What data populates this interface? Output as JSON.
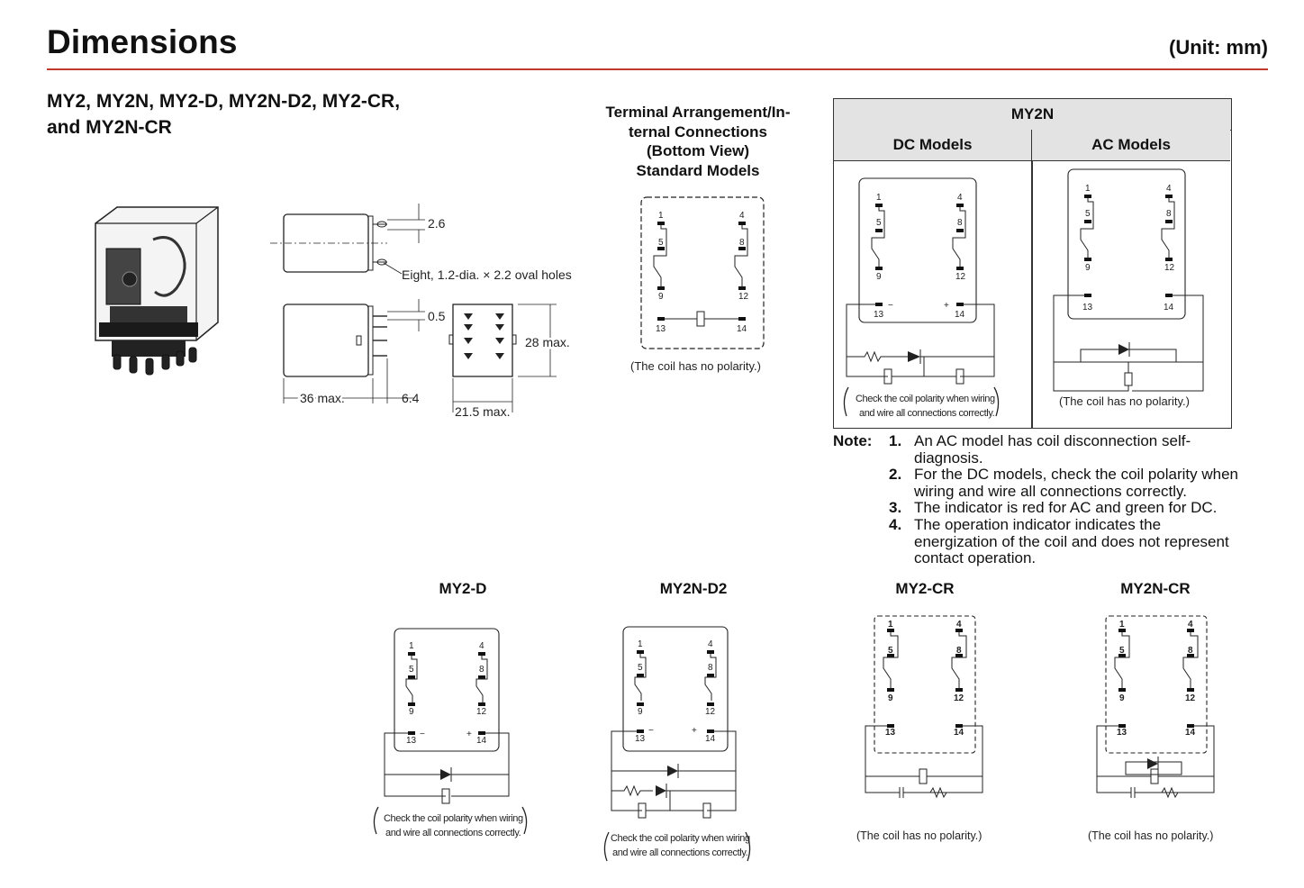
{
  "header": {
    "title": "Dimensions",
    "unit": "(Unit: mm)"
  },
  "series": {
    "line1": "MY2, MY2N, MY2-D, MY2N-D2, MY2-CR,",
    "line2": "and MY2N-CR"
  },
  "dimensions": {
    "d_2_6": "2.6",
    "holes": "Eight, 1.2-dia. × 2.2 oval holes",
    "d_0_5": "0.5",
    "d_28": "28 max.",
    "d_36": "36 max.",
    "d_6_4": "6.4",
    "d_21_5": "21.5 max."
  },
  "terminal": {
    "title1": "Terminal Arrangement/In-",
    "title2": "ternal Connections",
    "title3": "(Bottom View)",
    "title4": "Standard Models",
    "caption": "(The coil has no polarity.)"
  },
  "pins": {
    "p1": "1",
    "p4": "4",
    "p5": "5",
    "p8": "8",
    "p9": "9",
    "p12": "12",
    "p13": "13",
    "p14": "14",
    "minus": "−",
    "plus": "+"
  },
  "my2n_table": {
    "heading": "MY2N",
    "dc": "DC Models",
    "ac": "AC Models",
    "dc_caption1": "Check the coil polarity when wiring",
    "dc_caption2": "and wire all connections correctly.",
    "ac_caption": "(The coil has no polarity.)"
  },
  "notes": {
    "label": "Note:",
    "items": [
      {
        "num": "1.",
        "l1": "An AC model has coil disconnection self-",
        "l2": "diagnosis.",
        "l3": ""
      },
      {
        "num": "2.",
        "l1": "For the DC models, check the coil polarity when",
        "l2": "wiring and wire all connections correctly.",
        "l3": ""
      },
      {
        "num": "3.",
        "l1": "The indicator is red for AC and green for DC.",
        "l2": "",
        "l3": ""
      },
      {
        "num": "4.",
        "l1": "The operation indicator indicates the",
        "l2": "energization of the coil and does not represent",
        "l3": "contact operation."
      }
    ]
  },
  "bottom_models": {
    "my2d": {
      "title": "MY2-D",
      "cap1": "Check the coil polarity when wiring",
      "cap2": "and wire all connections correctly."
    },
    "my2nd2": {
      "title": "MY2N-D2",
      "cap1": "Check the coil polarity when wiring",
      "cap2": "and wire all connections correctly."
    },
    "my2cr": {
      "title": "MY2-CR",
      "cap": "(The coil has no polarity.)"
    },
    "my2ncr": {
      "title": "MY2N-CR",
      "cap": "(The coil has no polarity.)"
    }
  }
}
